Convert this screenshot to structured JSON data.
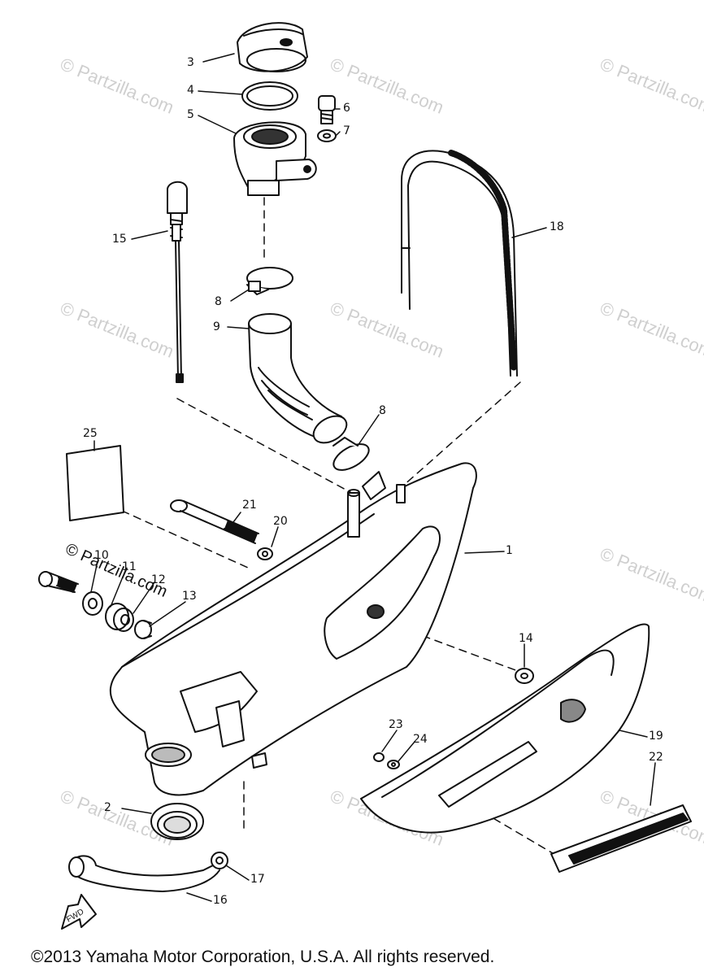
{
  "watermark": "© Partzilla.com",
  "watermark_strong": "© Partzilla.com",
  "copyright": "©2013 Yamaha Motor Corporation, U.S.A. All rights reserved.",
  "fwd_label": "FWD",
  "callouts": {
    "c1": "1",
    "c2": "2",
    "c3": "3",
    "c4": "4",
    "c5": "5",
    "c6": "6",
    "c7": "7",
    "c8a": "8",
    "c8b": "8",
    "c9": "9",
    "c10": "10",
    "c11": "11",
    "c12": "12",
    "c13": "13",
    "c14": "14",
    "c15": "15",
    "c16": "16",
    "c17": "17",
    "c18": "18",
    "c19": "19",
    "c20": "20",
    "c21": "21",
    "c22": "22",
    "c23": "23",
    "c24": "24",
    "c25": "25"
  }
}
